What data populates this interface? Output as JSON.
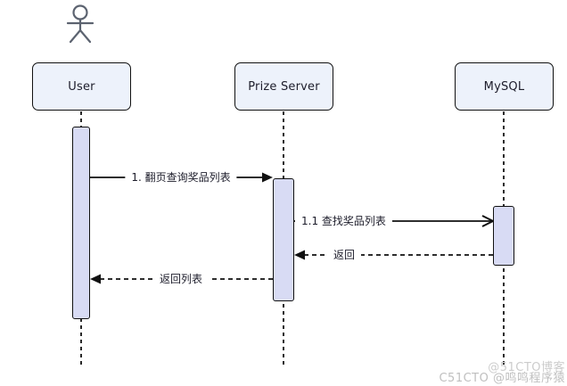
{
  "diagram": {
    "type": "sequence",
    "actor": {
      "name": "user-actor-figure"
    },
    "participants": [
      {
        "id": "user",
        "label": "User"
      },
      {
        "id": "prize-server",
        "label": "Prize Server"
      },
      {
        "id": "mysql",
        "label": "MySQL"
      }
    ],
    "messages": [
      {
        "label": "1. 翻页查询奖品列表",
        "from": "User",
        "to": "Prize Server",
        "line": "solid",
        "arrow": "filled"
      },
      {
        "label": "1.1 查找奖品列表",
        "from": "Prize Server",
        "to": "MySQL",
        "line": "solid",
        "arrow": "open"
      },
      {
        "label": "返回",
        "from": "MySQL",
        "to": "Prize Server",
        "line": "dashed",
        "arrow": "filled"
      },
      {
        "label": "返回列表",
        "from": "Prize Server",
        "to": "User",
        "line": "dashed",
        "arrow": "filled"
      }
    ]
  },
  "watermark": {
    "line1": "@51CTO博客",
    "line2": "C51CTO @鸣鸣程序猿"
  },
  "colors": {
    "participant_fill": "#EDF2FB",
    "activation_fill": "#D8DBF4",
    "stroke": "#111111",
    "actor_stroke": "#5C6370",
    "watermark_gray": "#C6C6C6"
  }
}
